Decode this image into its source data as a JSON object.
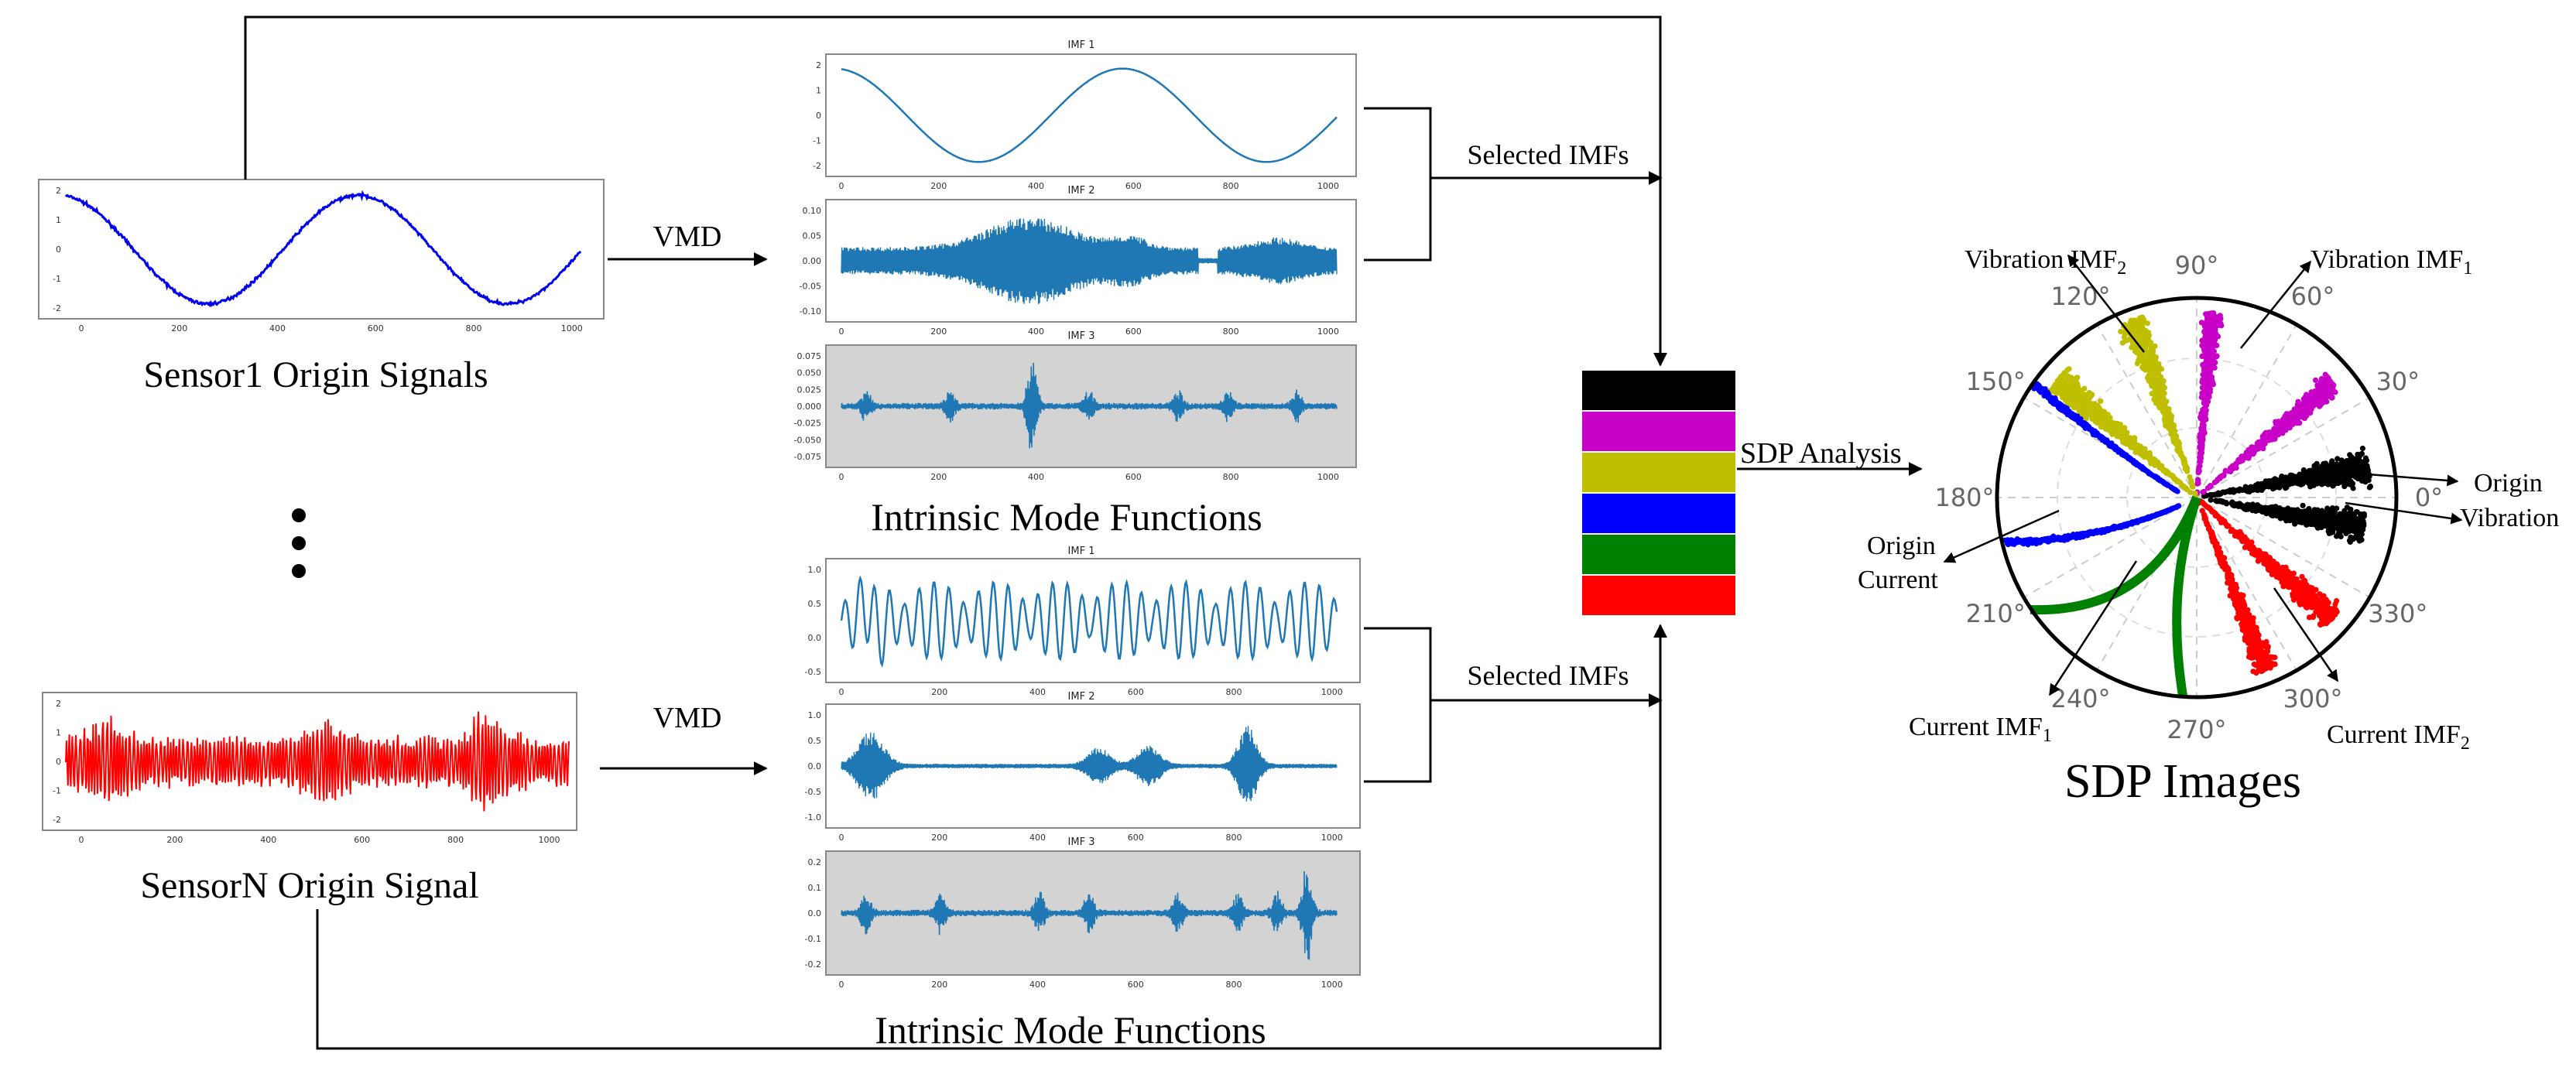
{
  "flow": {
    "vmd_top": "VMD",
    "vmd_bottom": "VMD",
    "selected_top": "Selected IMFs",
    "selected_bottom": "Selected IMFs",
    "sdp_analysis": "SDP Analysis",
    "ellipsis": "⋮"
  },
  "sensors": {
    "sensor1_caption": "Sensor1 Origin Signals",
    "sensorN_caption": "SensorN Origin Signal",
    "sensor1_color": "#0000ee",
    "sensorN_color": "#ff0000",
    "sensor1_yticks": [
      "2",
      "1",
      "0",
      "-1",
      "-2"
    ],
    "sensorN_yticks": [
      "2",
      "1",
      "0",
      "-1",
      "-2"
    ],
    "xticks": [
      "0",
      "200",
      "400",
      "600",
      "800",
      "1000"
    ]
  },
  "imf_top": {
    "caption": "Intrinsic Mode Functions",
    "panels": [
      {
        "title": "IMF 1",
        "yticks": [
          "2",
          "1",
          "0",
          "-1",
          "-2"
        ]
      },
      {
        "title": "IMF 2",
        "yticks": [
          "0.10",
          "0.05",
          "0.00",
          "-0.05",
          "-0.10"
        ]
      },
      {
        "title": "IMF 3",
        "yticks": [
          "0.075",
          "0.050",
          "0.025",
          "0.000",
          "-0.025",
          "-0.050",
          "-0.075"
        ]
      }
    ]
  },
  "imf_bottom": {
    "caption": "Intrinsic Mode Functions",
    "panels": [
      {
        "title": "IMF 1",
        "yticks": [
          "1.0",
          "0.5",
          "0.0",
          "-0.5"
        ]
      },
      {
        "title": "IMF 2",
        "yticks": [
          "1.0",
          "0.5",
          "0.0",
          "-0.5",
          "-1.0"
        ]
      },
      {
        "title": "IMF 3",
        "yticks": [
          "0.2",
          "0.1",
          "0.0",
          "-0.1",
          "-0.2"
        ]
      }
    ]
  },
  "imf_style": {
    "line_color": "#1f77b4",
    "gray_bg": "#d3d3d3"
  },
  "stack_colors": [
    "#000000",
    "#c800c8",
    "#bfbf00",
    "#0000ff",
    "#008000",
    "#ff0000"
  ],
  "sdp": {
    "caption": "SDP Images",
    "angle_labels": [
      "0°",
      "30°",
      "60°",
      "90°",
      "120°",
      "150°",
      "180°",
      "210°",
      "240°",
      "270°",
      "300°",
      "330°"
    ],
    "labels": {
      "vibration_imf2": "Vibration IMF",
      "vibration_imf2_sub": "2",
      "vibration_imf1": "Vibration IMF",
      "vibration_imf1_sub": "1",
      "origin_vibration_1": "Origin",
      "origin_vibration_2": "Vibration",
      "origin_current_1": "Origin",
      "origin_current_2": "Current",
      "current_imf1": "Current IMF",
      "current_imf1_sub": "1",
      "current_imf2": "Current IMF",
      "current_imf2_sub": "2"
    },
    "petal_colors": {
      "black": "#000000",
      "magenta": "#c800c8",
      "olive": "#bfbf00",
      "blue": "#0000ff",
      "green": "#008000",
      "red": "#ff0000"
    }
  }
}
